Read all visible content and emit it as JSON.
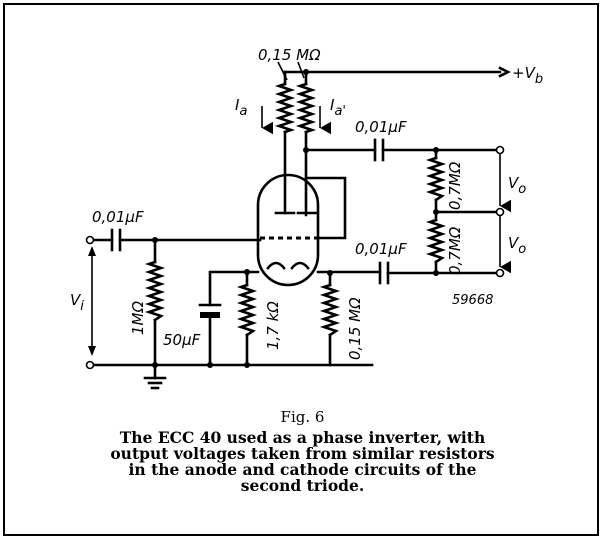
{
  "diagram": {
    "labels": {
      "anode_resistors": "0,15 MΩ",
      "supply": "+V",
      "supply_sub": "b",
      "ia": "I",
      "ia_sub": "a",
      "ia2": "I",
      "ia2_sub": "a'",
      "cap_out_top": "0,01μF",
      "cap_in": "0,01μF",
      "cap_out_bottom": "0,01μF",
      "vo_top": "V",
      "vo_top_sub": "o",
      "vo_bottom": "V",
      "vo_bottom_sub": "o",
      "load_top": "0,7MΩ",
      "load_bottom": "0,7MΩ",
      "grid_resistor": "1MΩ",
      "vi": "V",
      "vi_sub": "i",
      "cathode_cap": "50μF",
      "cathode_resistor": "1,7 kΩ",
      "cathode_load": "0,15 MΩ",
      "ref": "59668"
    }
  },
  "caption": {
    "title": "Fig. 6",
    "lines": [
      "The ECC 40 used as a phase inverter, with",
      "output voltages taken from similar resistors",
      "in  the  anode  and cathode circuits of the",
      "second triode."
    ]
  }
}
